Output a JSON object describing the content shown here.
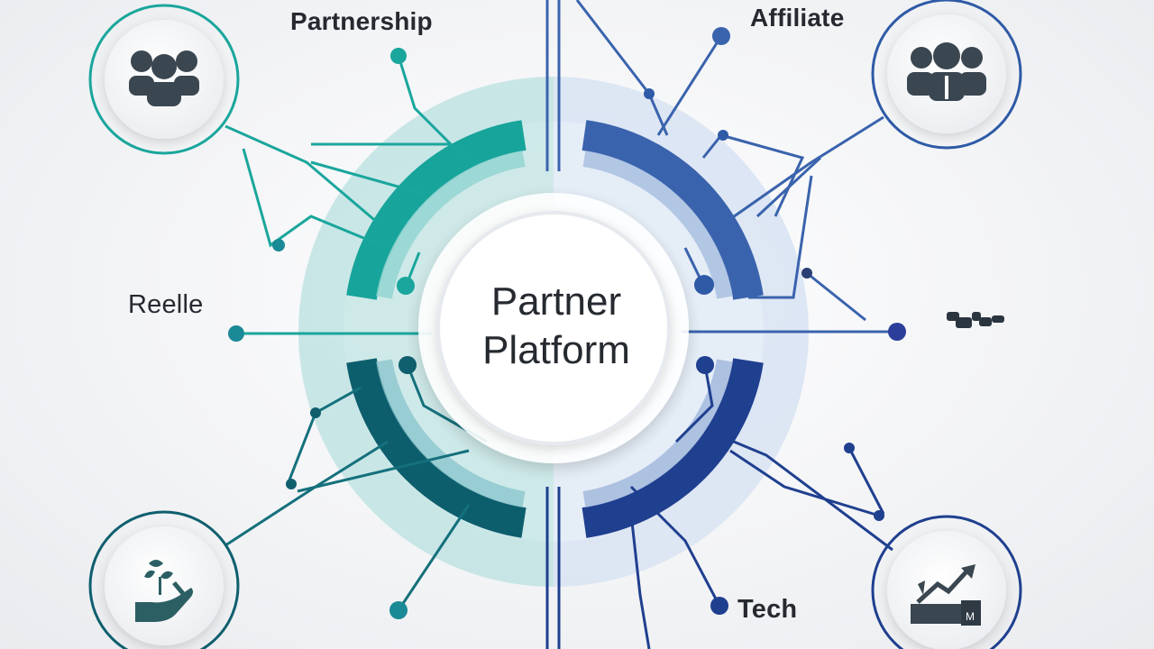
{
  "center": {
    "line1": "Partner",
    "line2": "Platform"
  },
  "partners": [
    {
      "label": "Partnership",
      "icon": "people-group-icon",
      "color": "#1aa69c"
    },
    {
      "label": "Affiliate",
      "icon": "business-team-icon",
      "color": "#2e5aa6"
    },
    {
      "label": "Reelle",
      "icon": "",
      "color": "#1a8a96"
    },
    {
      "label": "",
      "icon": "blurred-glyph-icon",
      "color": "#2b3f75"
    },
    {
      "label": "",
      "icon": "hand-plant-icon",
      "color": "#0f5f6e"
    },
    {
      "label": "Tech",
      "icon": "growth-chart-icon",
      "color": "#1f3f8f"
    }
  ],
  "colors": {
    "teal": "#1aa69c",
    "dark_teal": "#0f5f6e",
    "blue": "#3b66b0",
    "navy": "#1f3f8f",
    "icon_gray": "#3a4650"
  }
}
